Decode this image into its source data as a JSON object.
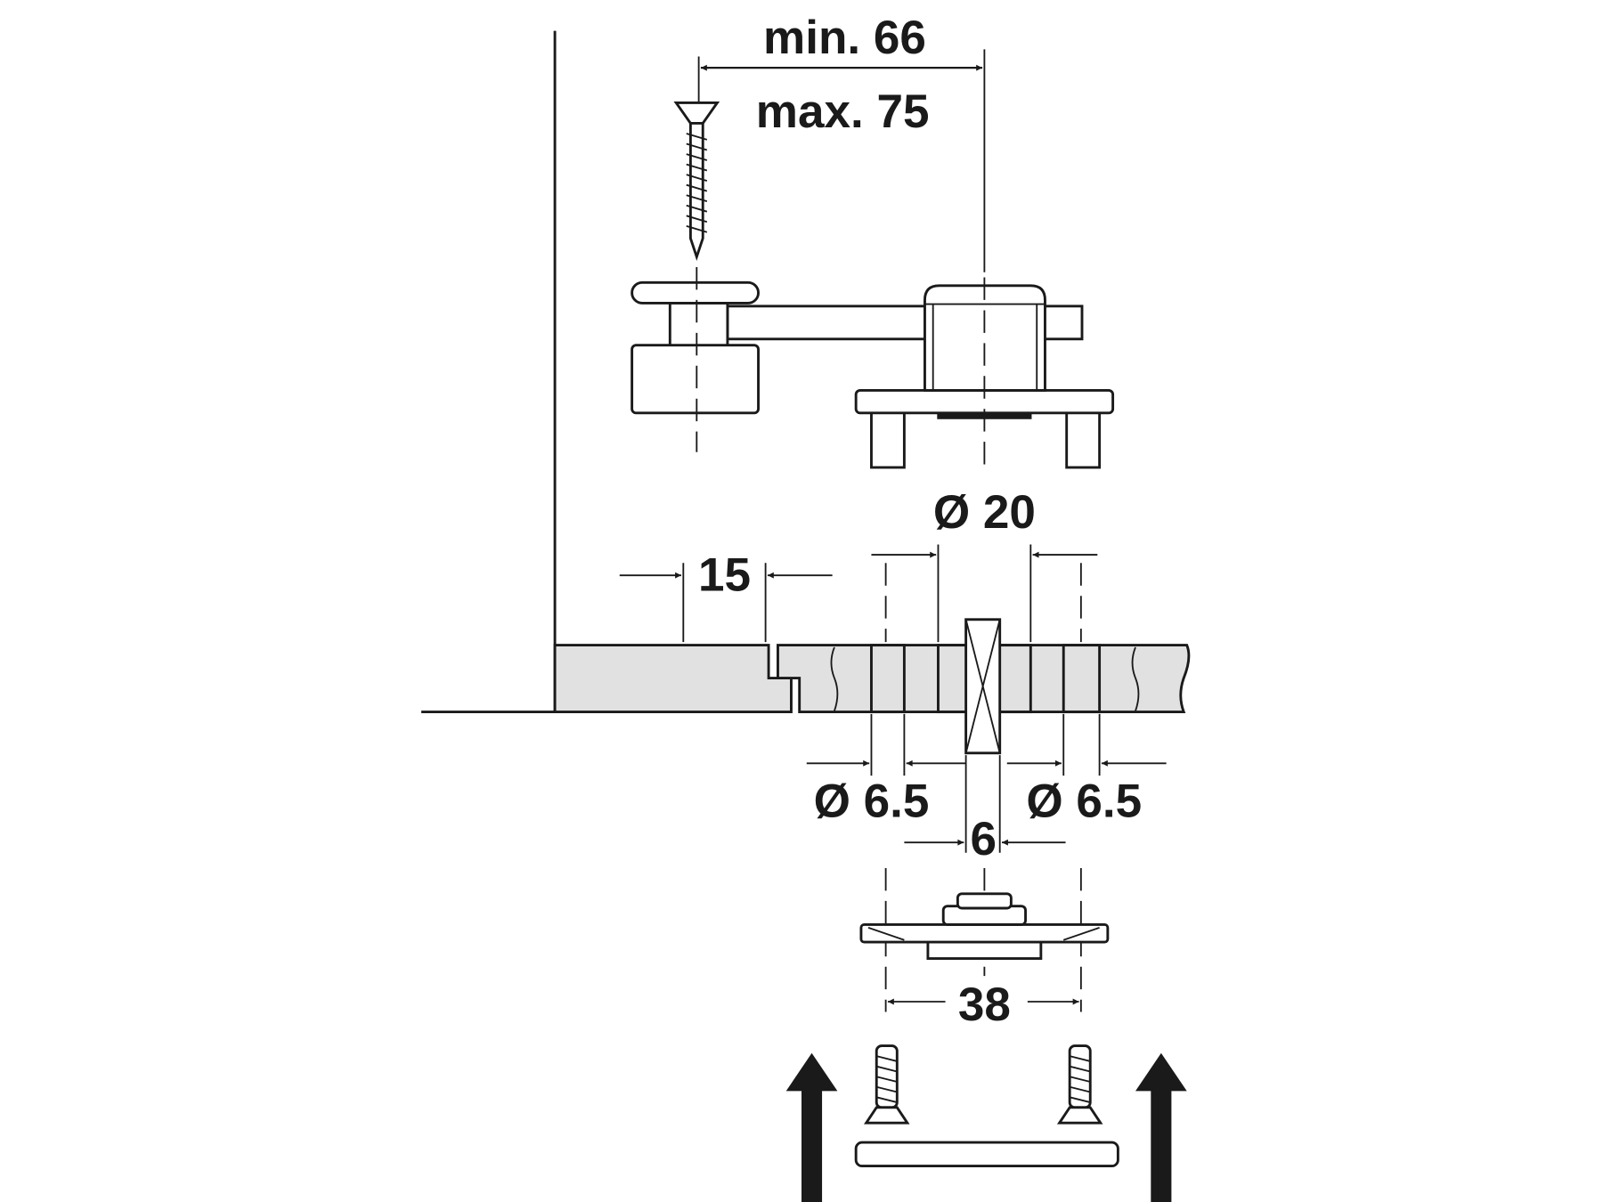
{
  "diagram": {
    "labels": {
      "min_distance": "min. 66",
      "max_distance": "max. 75",
      "edge_distance": "15",
      "center_hole": "Ø 20",
      "side_hole_left": "Ø 6.5",
      "side_hole_right": "Ø 6.5",
      "pin_width": "6",
      "plate_spacing": "38"
    },
    "colors": {
      "line": "#1a1a1a",
      "panel": "#e1e1e1"
    }
  }
}
